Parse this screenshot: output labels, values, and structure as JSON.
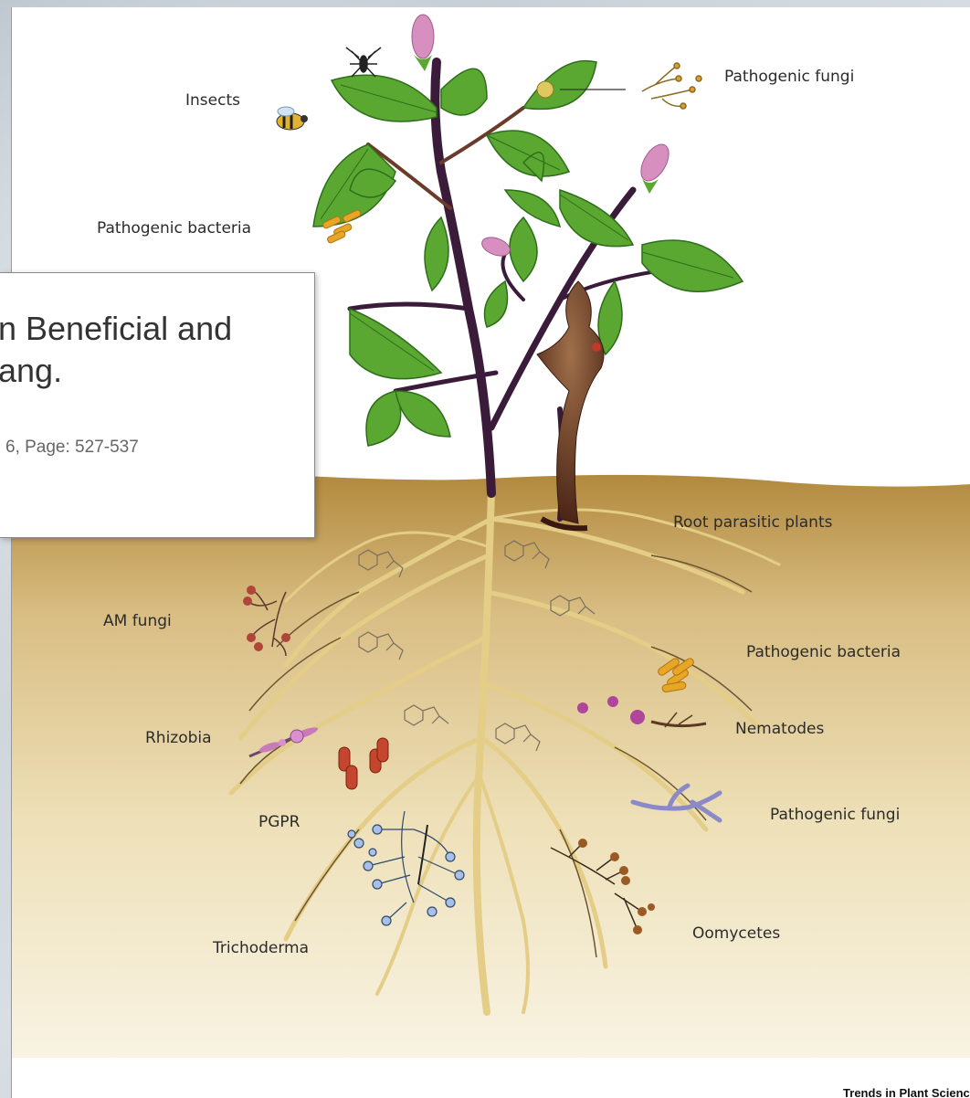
{
  "labels": {
    "insects": "Insects",
    "pathogenic_fungi_top": "Pathogenic fungi",
    "pathogenic_bacteria_top": "Pathogenic bacteria",
    "root_parasitic_plants": "Root parasitic plants",
    "am_fungi": "AM fungi",
    "pathogenic_bacteria_root": "Pathogenic bacteria",
    "nematodes": "Nematodes",
    "rhizobia": "Rhizobia",
    "pgpr": "PGPR",
    "pathogenic_fungi_root": "Pathogenic fungi",
    "oomycetes": "Oomycetes",
    "trichoderma": "Trichoderma"
  },
  "credit": "Trends in Plant Science",
  "popup": {
    "title_line1": "n Beneficial and",
    "title_line2": "ang.",
    "citation": "6, Page: 527-537"
  },
  "colors": {
    "soil_top": "#b48a3c",
    "soil_bottom": "#f6efd8",
    "leaf": "#5aa832",
    "stem": "#3b1b3a",
    "root": "#e6cf86",
    "flower": "#d78fc0"
  }
}
